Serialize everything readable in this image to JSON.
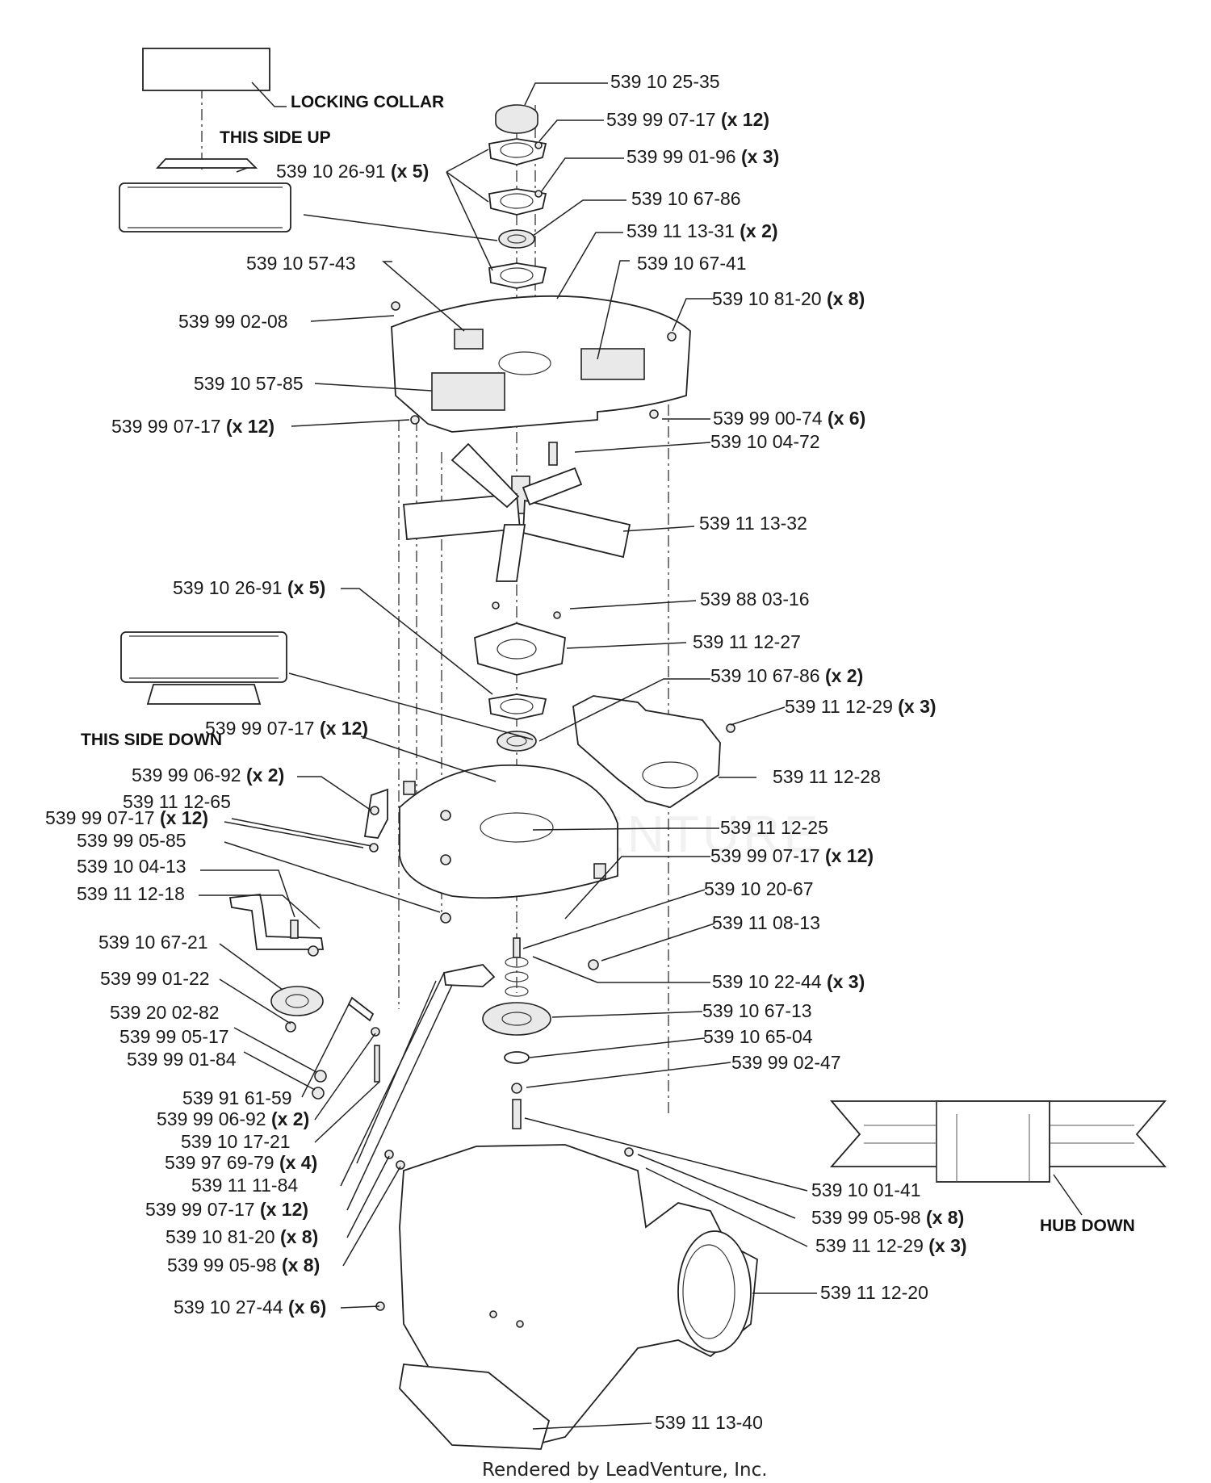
{
  "callouts": [
    {
      "id": "c01",
      "number": "539 10 25-35",
      "qty": ""
    },
    {
      "id": "c02",
      "number": "539 99 07-17",
      "qty": "(x 12)"
    },
    {
      "id": "c03",
      "number": "539 99 01-96",
      "qty": "(x 3)"
    },
    {
      "id": "c04",
      "number": "539 10 26-91",
      "qty": "(x 5)"
    },
    {
      "id": "c05",
      "number": "539 10 67-86",
      "qty": ""
    },
    {
      "id": "c06",
      "number": "539 11 13-31",
      "qty": "(x 2)"
    },
    {
      "id": "c07",
      "number": "539 10 67-41",
      "qty": ""
    },
    {
      "id": "c08",
      "number": "539 10 57-43",
      "qty": ""
    },
    {
      "id": "c09",
      "number": "539 10 81-20",
      "qty": "(x 8)"
    },
    {
      "id": "c10",
      "number": "539 99 02-08",
      "qty": ""
    },
    {
      "id": "c11",
      "number": "539 10 57-85",
      "qty": ""
    },
    {
      "id": "c12",
      "number": "539 99 00-74",
      "qty": "(x 6)"
    },
    {
      "id": "c13",
      "number": "539 99 07-17",
      "qty": "(x 12)"
    },
    {
      "id": "c14",
      "number": "539 10 04-72",
      "qty": ""
    },
    {
      "id": "c15",
      "number": "539 11 13-32",
      "qty": ""
    },
    {
      "id": "c16",
      "number": "539 10 26-91",
      "qty": "(x 5)"
    },
    {
      "id": "c17",
      "number": "539 88 03-16",
      "qty": ""
    },
    {
      "id": "c18",
      "number": "539 11 12-27",
      "qty": ""
    },
    {
      "id": "c19",
      "number": "539 10 67-86",
      "qty": "(x 2)"
    },
    {
      "id": "c20",
      "number": "539 11 12-29",
      "qty": "(x 3)"
    },
    {
      "id": "c21",
      "number": "539 99 07-17",
      "qty": "(x 12)"
    },
    {
      "id": "c22",
      "number": "539 11 12-28",
      "qty": ""
    },
    {
      "id": "c23",
      "number": "539 99 06-92",
      "qty": "(x 2)"
    },
    {
      "id": "c24",
      "number": "539 11 12-65",
      "qty": ""
    },
    {
      "id": "c25",
      "number": "539 99 07-17",
      "qty": "(x 12)"
    },
    {
      "id": "c26",
      "number": "539 11 12-25",
      "qty": ""
    },
    {
      "id": "c27",
      "number": "539 99 05-85",
      "qty": ""
    },
    {
      "id": "c28",
      "number": "539 99 07-17",
      "qty": "(x 12)"
    },
    {
      "id": "c29",
      "number": "539 10 04-13",
      "qty": ""
    },
    {
      "id": "c30",
      "number": "539 10 20-67",
      "qty": ""
    },
    {
      "id": "c31",
      "number": "539 11 12-18",
      "qty": ""
    },
    {
      "id": "c32",
      "number": "539 11 08-13",
      "qty": ""
    },
    {
      "id": "c33",
      "number": "539 10 67-21",
      "qty": ""
    },
    {
      "id": "c34",
      "number": "539 10 22-44",
      "qty": "(x 3)"
    },
    {
      "id": "c35",
      "number": "539 99 01-22",
      "qty": ""
    },
    {
      "id": "c36",
      "number": "539 10 67-13",
      "qty": ""
    },
    {
      "id": "c37",
      "number": "539 20 02-82",
      "qty": ""
    },
    {
      "id": "c38",
      "number": "539 10 65-04",
      "qty": ""
    },
    {
      "id": "c39",
      "number": "539 99 05-17",
      "qty": ""
    },
    {
      "id": "c40",
      "number": "539 99 02-47",
      "qty": ""
    },
    {
      "id": "c41",
      "number": "539 99 01-84",
      "qty": ""
    },
    {
      "id": "c42",
      "number": "539 91 61-59",
      "qty": ""
    },
    {
      "id": "c43",
      "number": "539 99 06-92",
      "qty": "(x 2)"
    },
    {
      "id": "c44",
      "number": "539 10 17-21",
      "qty": ""
    },
    {
      "id": "c45",
      "number": "539 97 69-79",
      "qty": "(x 4)"
    },
    {
      "id": "c46",
      "number": "539 11 11-84",
      "qty": ""
    },
    {
      "id": "c47",
      "number": "539 10 01-41",
      "qty": ""
    },
    {
      "id": "c48",
      "number": "539 99 07-17",
      "qty": "(x 12)"
    },
    {
      "id": "c49",
      "number": "539 99 05-98",
      "qty": "(x 8)"
    },
    {
      "id": "c50",
      "number": "539 10 81-20",
      "qty": "(x 8)"
    },
    {
      "id": "c51",
      "number": "539 11 12-29",
      "qty": "(x 3)"
    },
    {
      "id": "c52",
      "number": "539 99 05-98",
      "qty": "(x 8)"
    },
    {
      "id": "c53",
      "number": "539 11 12-20",
      "qty": ""
    },
    {
      "id": "c54",
      "number": "539 10 27-44",
      "qty": "(x 6)"
    },
    {
      "id": "c55",
      "number": "539 11 13-40",
      "qty": ""
    }
  ],
  "notes": {
    "locking_collar": "LOCKING COLLAR",
    "this_side_up": "THIS SIDE UP",
    "this_side_down": "THIS SIDE DOWN",
    "hub_down": "HUB DOWN"
  },
  "watermark": "LEADVENTURE",
  "footer": "Rendered by LeadVenture, Inc."
}
